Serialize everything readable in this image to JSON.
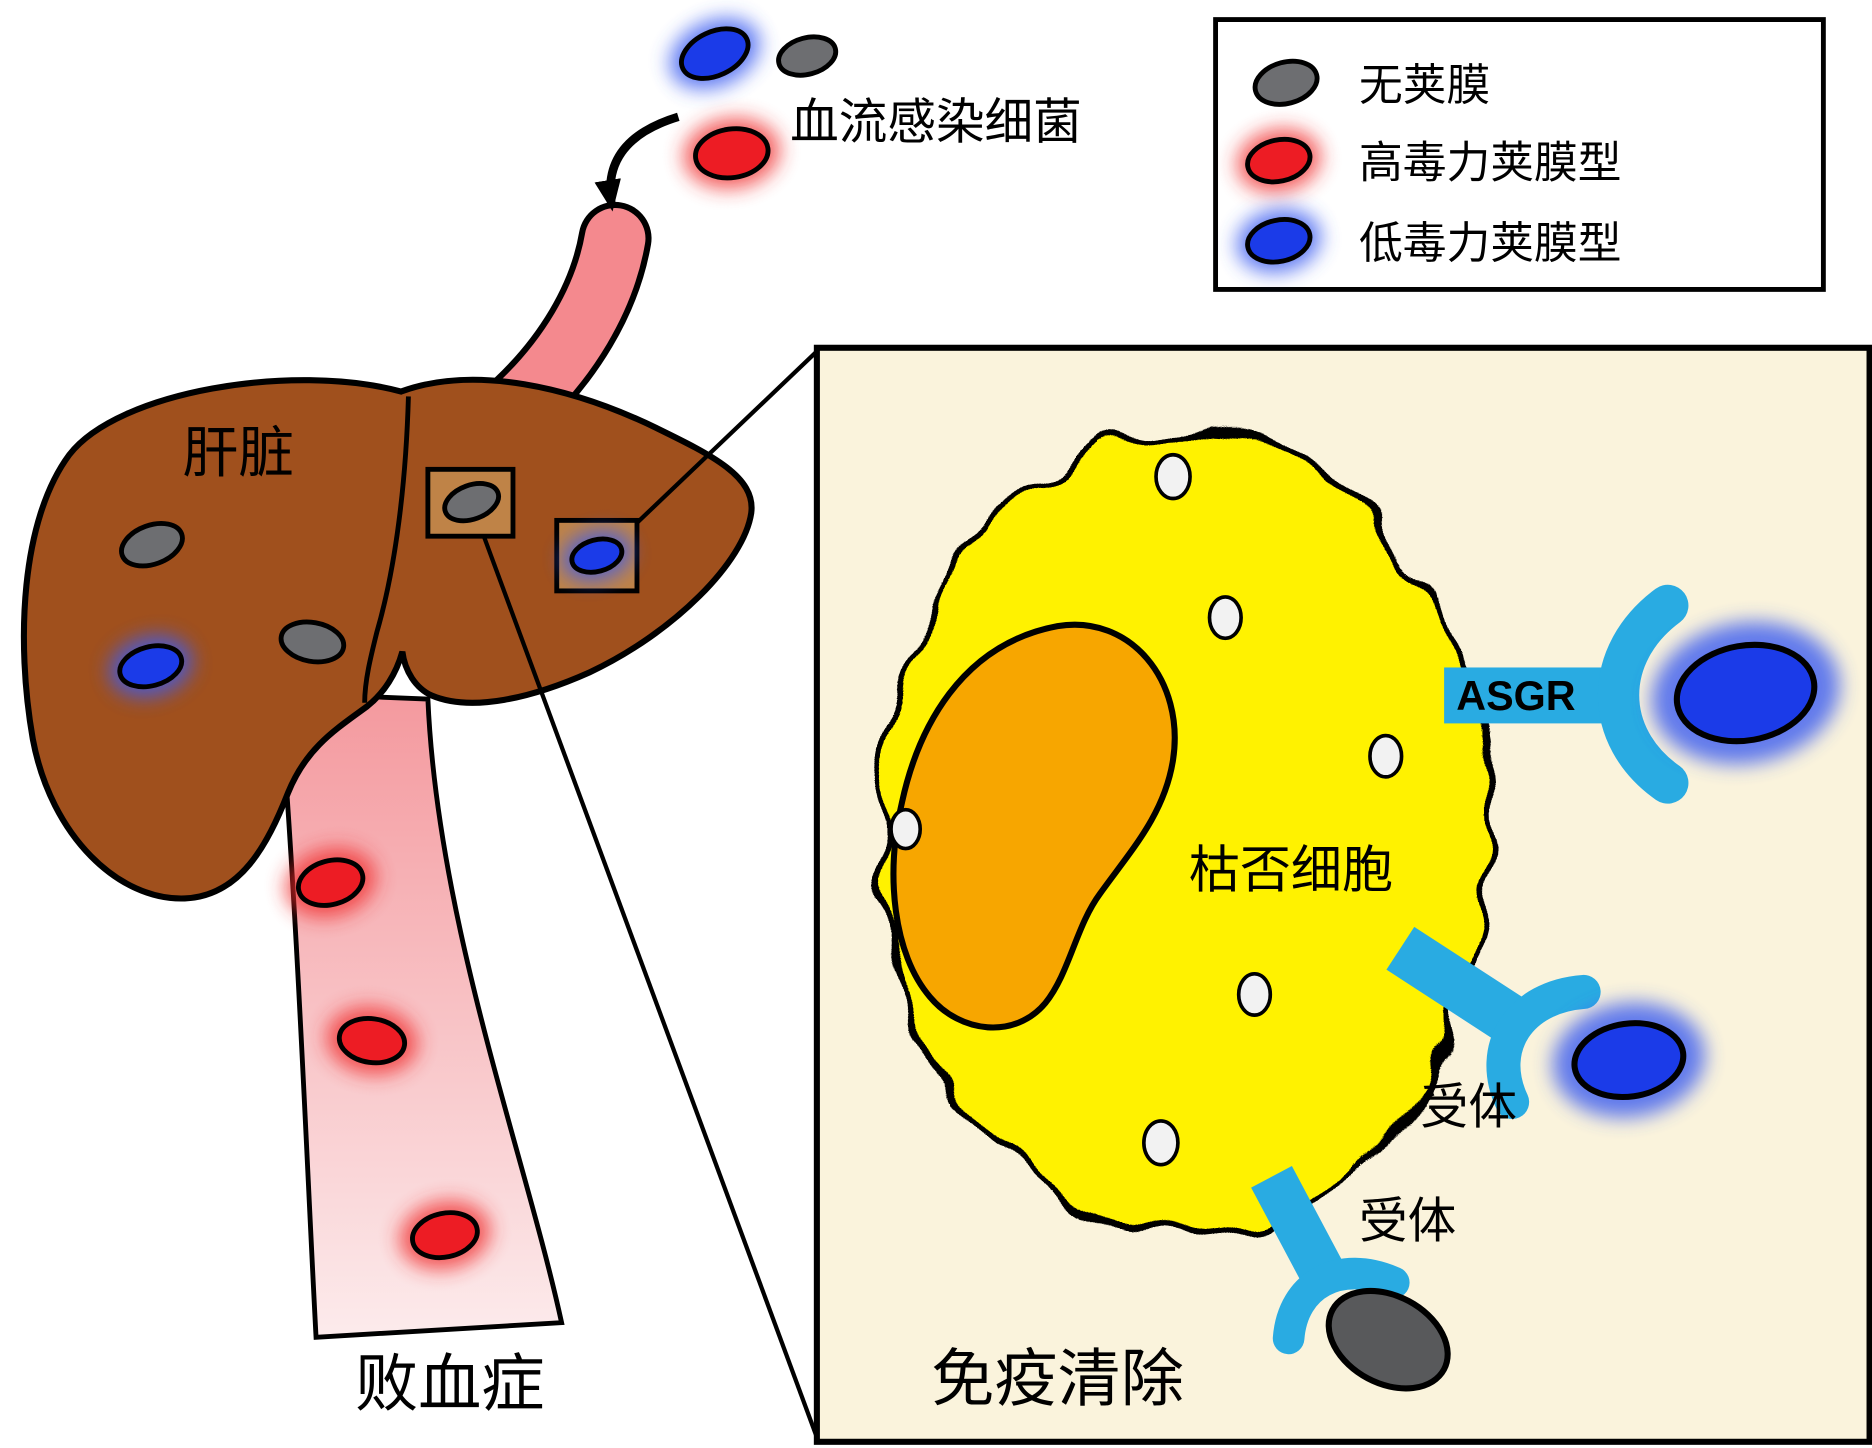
{
  "legend": {
    "items": [
      {
        "label": "无荚膜",
        "color": "#6D6E71"
      },
      {
        "label": "高毒力荚膜型",
        "color": "#ED1C24"
      },
      {
        "label": "低毒力荚膜型",
        "color": "#1B3BE8"
      }
    ]
  },
  "labels": {
    "bloodstream_bacteria": "血流感染细菌",
    "liver": "肝脏",
    "sepsis": "败血症",
    "kupffer_cell": "枯否细胞",
    "asgr_receptor": "ASGR",
    "receptor": "受体",
    "immune_clearance": "免疫清除"
  },
  "colors": {
    "liver_brown": "#A0501D",
    "vessel_pink": "#F4898E",
    "vessel_light_pink": "#FBE3E5",
    "bacterium_red": "#ED1C24",
    "bacterium_blue": "#1B3BE8",
    "bacterium_gray": "#6D6E71",
    "kupffer_yellow": "#FFF200",
    "nucleus_orange": "#F7A600",
    "receptor_blue": "#29ABE2",
    "inset_background": "#FAF3DC"
  }
}
